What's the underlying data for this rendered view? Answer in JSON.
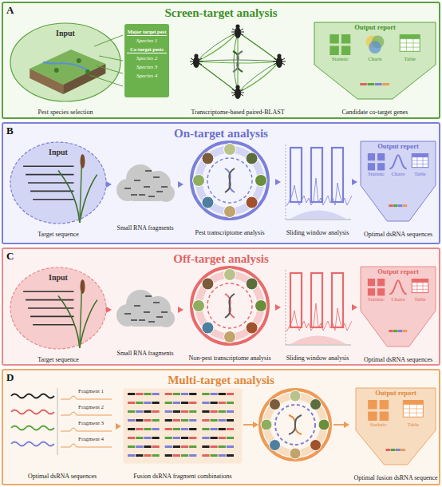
{
  "diagram": {
    "nodes": [
      {
        "text": [
          "A",
          "Screen-target analysis"
        ]
      },
      {
        "text": [
          "Input",
          "Pest species selection"
        ],
        "in": 0
      },
      {
        "text": [
          "Major target pest",
          "Species 1",
          "Co-target pests",
          "Species 2",
          "Species 3",
          "Species 4"
        ],
        "in": 0
      },
      {
        "text": [
          "Transcriptome-based paired-BLAST"
        ],
        "in": 0
      },
      {
        "text": [
          "Output report",
          "Statistic",
          "Charts",
          "Table",
          "Candidate co-target genes"
        ],
        "in": 0
      },
      {
        "text": [
          "B",
          "On-target analysis"
        ]
      },
      {
        "text": [
          "Input",
          "Target sequence"
        ],
        "in": 5
      },
      {
        "text": [
          "Small RNA fragments"
        ],
        "in": 5
      },
      {
        "text": [
          "Pest transcriptome analysis"
        ],
        "in": 5
      },
      {
        "text": [
          "Sliding window analysis"
        ],
        "in": 5
      },
      {
        "text": [
          "Output report",
          "Statistic",
          "Charts",
          "Table",
          "Optimal dsRNA sequences"
        ],
        "in": 5
      },
      {
        "text": [
          "C",
          "Off-target analysis"
        ]
      },
      {
        "text": [
          "Input",
          "Target sequence"
        ],
        "in": 11
      },
      {
        "text": [
          "Small RNA fragments"
        ],
        "in": 11
      },
      {
        "text": [
          "Non-pest transcriptome analysis"
        ],
        "in": 11
      },
      {
        "text": [
          "Sliding window analysis"
        ],
        "in": 11
      },
      {
        "text": [
          "Output report",
          "Statistic",
          "Charts",
          "Table",
          "Optimal dsRNA sequences"
        ],
        "in": 11
      },
      {
        "text": [
          "D",
          "Multi-target analysis"
        ]
      },
      {
        "text": [
          "Fragment 1",
          "Fragment 2",
          "Fragment 3",
          "Fragment 4",
          "Optimal dsRNA sequences"
        ],
        "in": 17
      },
      {
        "text": [
          "Fusion dsRNA fragment combinations"
        ],
        "in": 17
      },
      {
        "text": [
          "Output report",
          "Statistic",
          "Table",
          "Optimal fusion dsRNA sequence"
        ],
        "in": 17
      }
    ],
    "edges": [
      {
        "from": 6,
        "to": 7,
        "arrow": "to"
      },
      {
        "from": 7,
        "to": 8,
        "arrow": "to"
      },
      {
        "from": 8,
        "to": 9,
        "arrow": "to"
      },
      {
        "from": 9,
        "to": 10,
        "arrow": "to"
      },
      {
        "from": 12,
        "to": 13,
        "arrow": "to"
      },
      {
        "from": 13,
        "to": 14,
        "arrow": "to"
      },
      {
        "from": 14,
        "to": 15,
        "arrow": "to"
      },
      {
        "from": 15,
        "to": 16,
        "arrow": "to"
      },
      {
        "from": 18,
        "to": 19,
        "arrow": "to"
      }
    ]
  }
}
